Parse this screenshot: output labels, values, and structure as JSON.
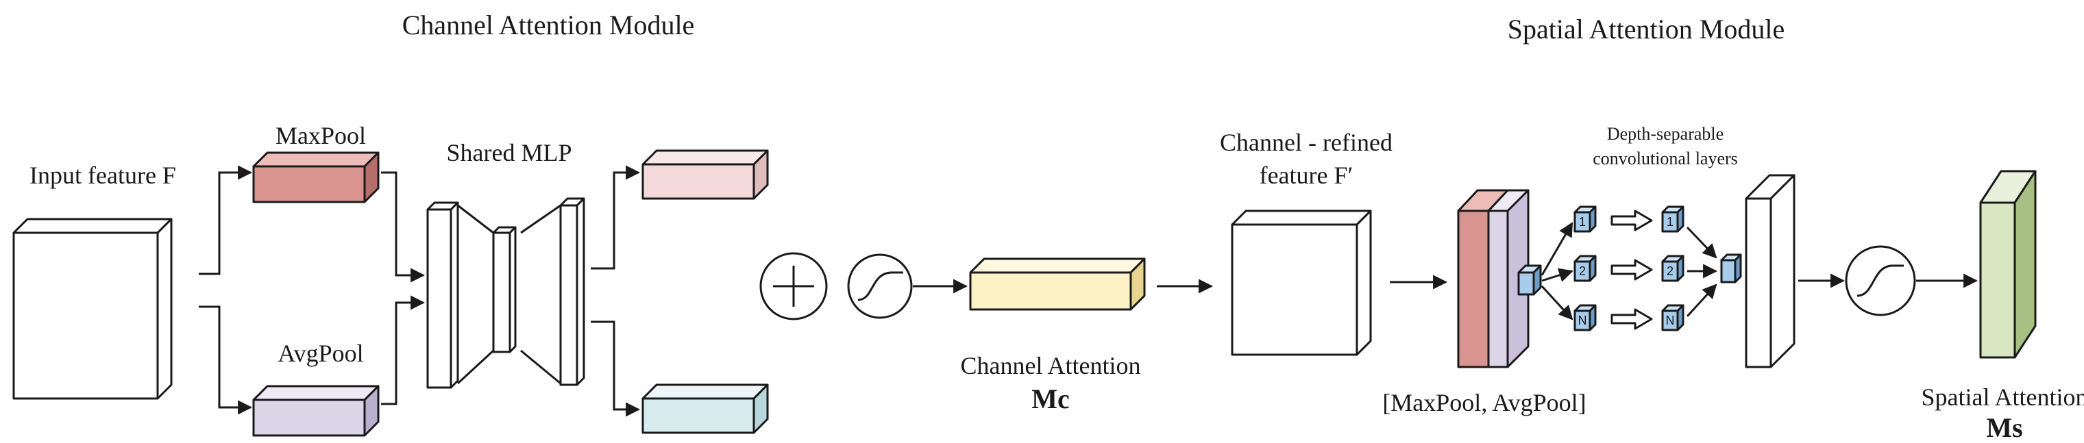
{
  "headings": {
    "channel_module": "Channel Attention Module",
    "spatial_module": "Spatial Attention Module"
  },
  "labels": {
    "input_feature": "Input feature F",
    "maxpool": "MaxPool",
    "avgpool": "AvgPool",
    "shared_mlp": "Shared  MLP",
    "channel_attention": "Channel Attention",
    "channel_attention_symbol": "Mc",
    "channel_refined_line1": "Channel - refined",
    "channel_refined_line2": "feature F′",
    "depth_sep_line1": "Depth-separable",
    "depth_sep_line2": "convolutional layers",
    "maxpool_avgpool": "[MaxPool, AvgPool]",
    "spatial_attention": "Spatial Attention",
    "spatial_attention_symbol": "Ms"
  },
  "conv_block_numbers": [
    "1",
    "2",
    "N"
  ],
  "colors": {
    "maxpool_block": "#d9948f",
    "avgpool_block": "#dcd5e8",
    "mlp_out_top": "#f3d9d9",
    "mlp_out_bottom": "#d8ecef",
    "channel_attention_map": "#fdf1c6",
    "concat_front": "#d9948f",
    "concat_back": "#dcd5e8",
    "conv_small": "#a8cdec",
    "spatial_attention_map": "#d8e6c2",
    "line": "#1a1a1a"
  }
}
